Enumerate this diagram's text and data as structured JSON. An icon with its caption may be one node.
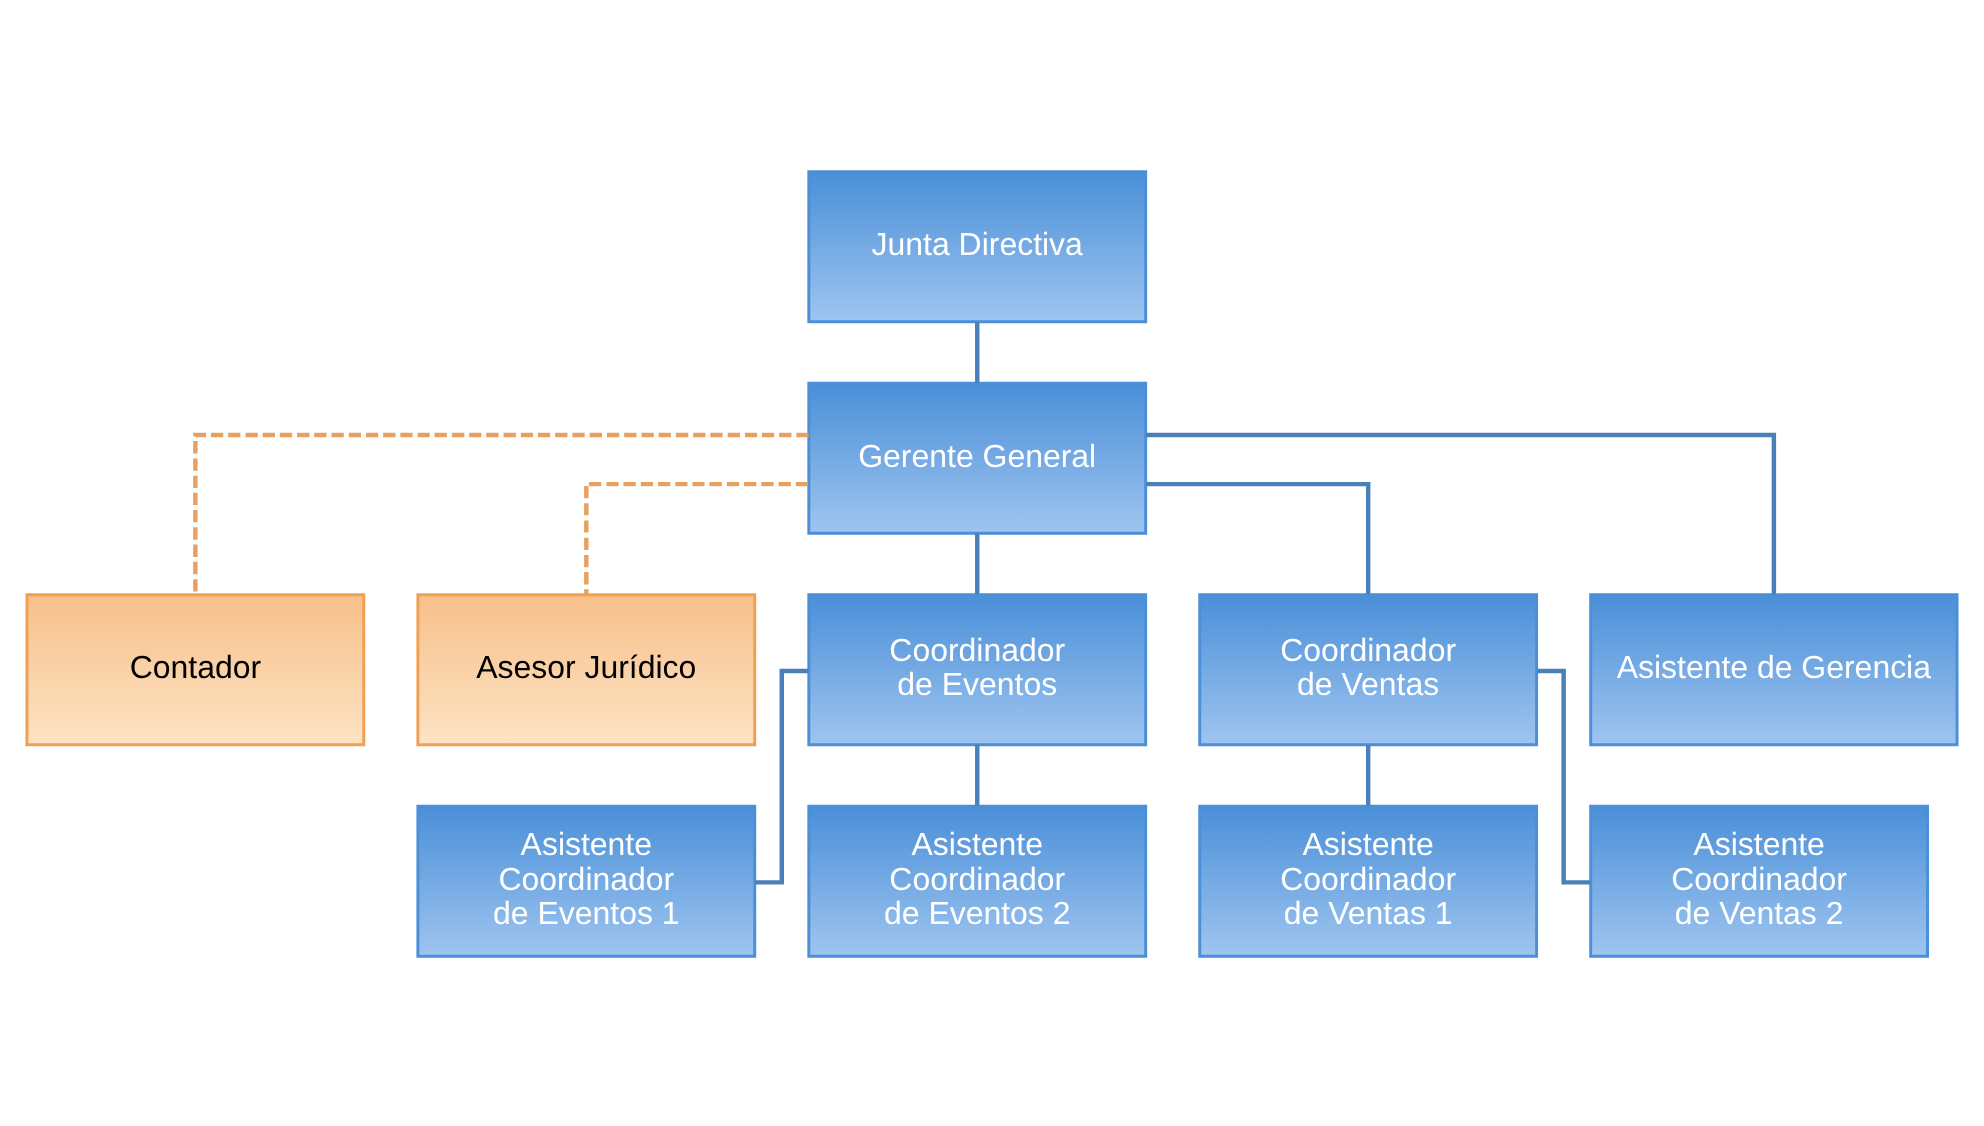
{
  "diagram": {
    "nodes": [
      {
        "text": [
          "Junta Directiva"
        ]
      },
      {
        "text": [
          "Gerente General"
        ]
      },
      {
        "text": [
          "Contador"
        ]
      },
      {
        "text": [
          "Asesor Jurídico"
        ]
      },
      {
        "text": [
          "Coordinador de Eventos"
        ]
      },
      {
        "text": [
          "Coordinador de Ventas"
        ]
      },
      {
        "text": [
          "Asistente de Gerencia"
        ]
      },
      {
        "text": [
          "Asistente Coordinador de Eventos 1"
        ]
      },
      {
        "text": [
          "Asistente Coordinador de Eventos 2"
        ]
      },
      {
        "text": [
          "Asistente Coordinador de Ventas 1"
        ]
      },
      {
        "text": [
          "Asistente Coordinador de Ventas 2"
        ]
      }
    ],
    "edges": [
      {
        "from": 0,
        "to": 1,
        "arrow": "none"
      },
      {
        "from": 1,
        "to": 2,
        "arrow": "none",
        "style": "dashed",
        "color": "#e8a060"
      },
      {
        "from": 1,
        "to": 3,
        "arrow": "none",
        "style": "dashed",
        "color": "#e8a060"
      },
      {
        "from": 1,
        "to": 4,
        "arrow": "none"
      },
      {
        "from": 1,
        "to": 5,
        "arrow": "none"
      },
      {
        "from": 1,
        "to": 6,
        "arrow": "none"
      },
      {
        "from": 4,
        "to": 7,
        "arrow": "none"
      },
      {
        "from": 4,
        "to": 8,
        "arrow": "none"
      },
      {
        "from": 5,
        "to": 9,
        "arrow": "none"
      },
      {
        "from": 5,
        "to": 10,
        "arrow": "none"
      }
    ]
  }
}
